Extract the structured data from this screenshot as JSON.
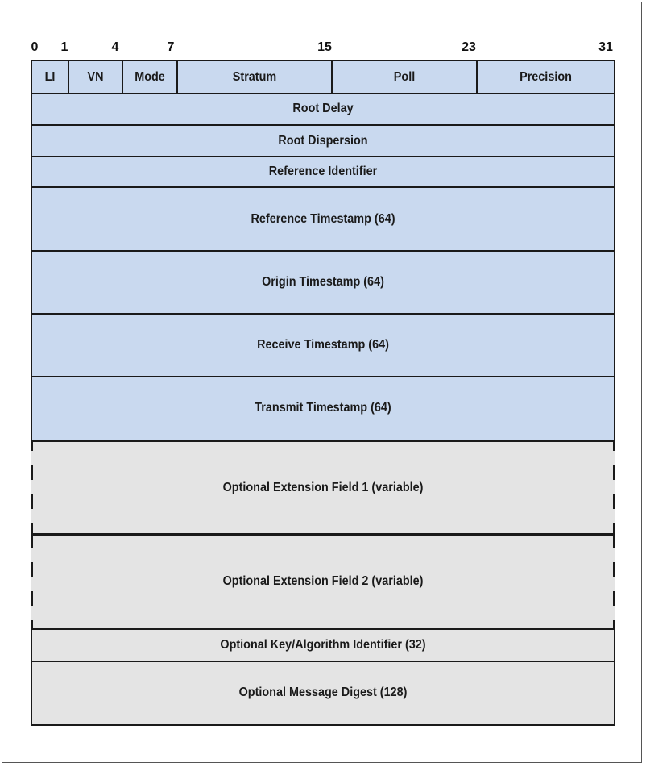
{
  "bit_labels": [
    "0",
    "1",
    "4",
    "7",
    "15",
    "23",
    "31"
  ],
  "header_fields": [
    "LI",
    "VN",
    "Mode",
    "Stratum",
    "Poll",
    "Precision"
  ],
  "rows": {
    "root_delay": "Root Delay",
    "root_dispersion": "Root Dispersion",
    "reference_identifier": "Reference Identifier",
    "reference_timestamp": "Reference Timestamp (64)",
    "origin_timestamp": "Origin Timestamp (64)",
    "receive_timestamp": "Receive Timestamp (64)",
    "transmit_timestamp": "Transmit Timestamp (64)",
    "extension_field_1": "Optional Extension Field 1 (variable)",
    "extension_field_2": "Optional Extension Field 2 (variable)",
    "key_identifier": "Optional Key/Algorithm Identifier (32)",
    "message_digest": "Optional Message Digest (128)"
  },
  "colors": {
    "header_fill": "#c9d9ef",
    "optional_fill": "#e4e4e4",
    "border": "#1a1a1a"
  }
}
